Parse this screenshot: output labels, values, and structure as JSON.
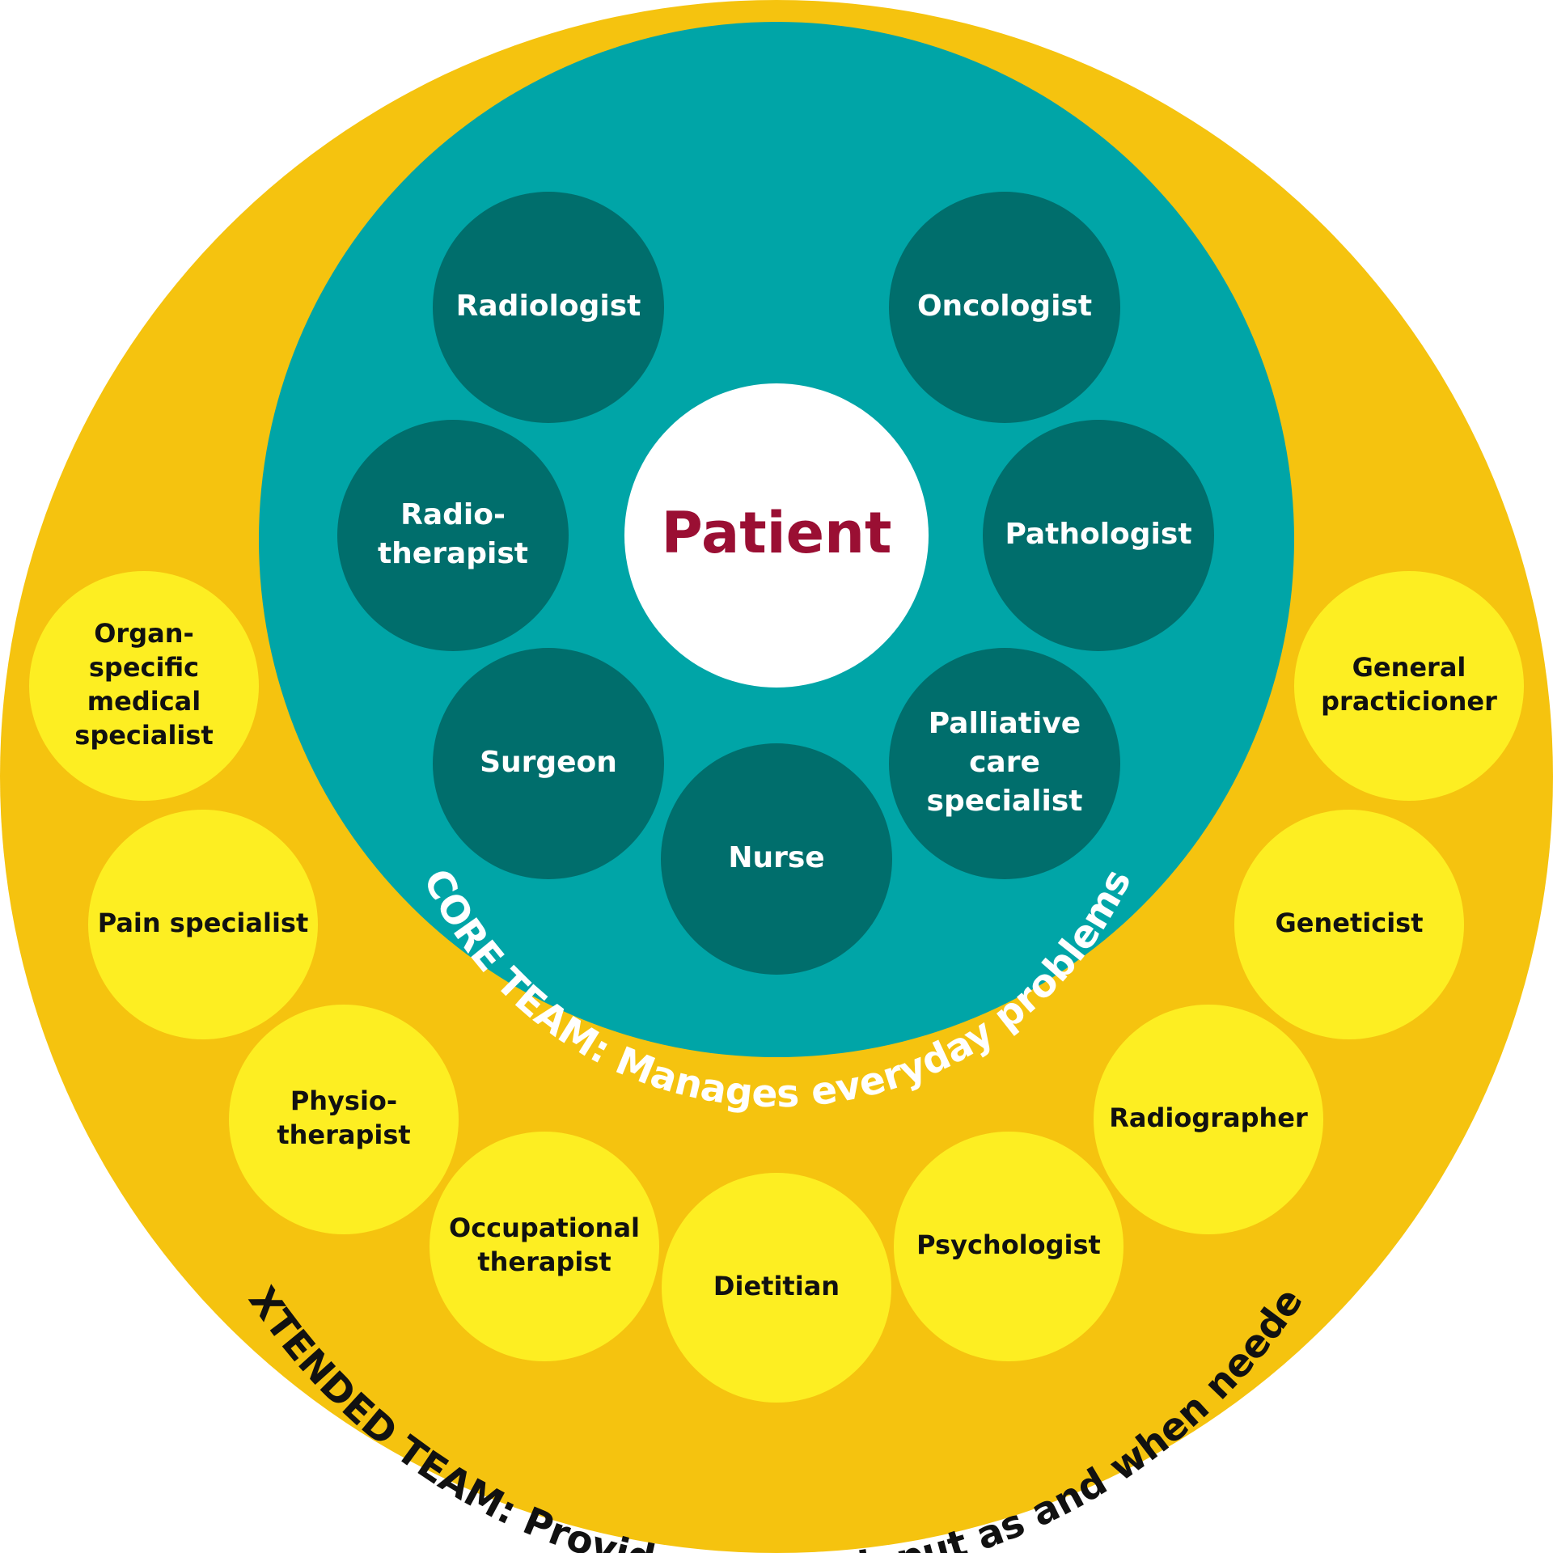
{
  "colors": {
    "outer_ring": "#f5c30f",
    "core_circle": "#00a5a7",
    "core_member": "#006e6c",
    "extended_member": "#fdee22",
    "patient_bg": "#ffffff",
    "patient_text": "#9a0f33"
  },
  "patient": {
    "label": "Patient"
  },
  "core_team": {
    "caption": "CORE TEAM: Manages everyday problems",
    "members": [
      {
        "id": "radiologist",
        "lines": [
          "Radiologist"
        ]
      },
      {
        "id": "oncologist",
        "lines": [
          "Oncologist"
        ]
      },
      {
        "id": "radiotherapist",
        "lines": [
          "Radio-",
          "therapist"
        ]
      },
      {
        "id": "pathologist",
        "lines": [
          "Pathologist"
        ]
      },
      {
        "id": "surgeon",
        "lines": [
          "Surgeon"
        ]
      },
      {
        "id": "palliative",
        "lines": [
          "Palliative",
          "care",
          "specialist"
        ]
      },
      {
        "id": "nurse",
        "lines": [
          "Nurse"
        ]
      }
    ]
  },
  "extended_team": {
    "caption": "EXTENDED TEAM: Provides timely input as and when needed",
    "members": [
      {
        "id": "organ-specific",
        "lines": [
          "Organ-",
          "specific",
          "medical",
          "specialist"
        ]
      },
      {
        "id": "pain",
        "lines": [
          "Pain specialist"
        ]
      },
      {
        "id": "physiotherapist",
        "lines": [
          "Physio-",
          "therapist"
        ]
      },
      {
        "id": "occupational",
        "lines": [
          "Occupational",
          "therapist"
        ]
      },
      {
        "id": "dietitian",
        "lines": [
          "Dietitian"
        ]
      },
      {
        "id": "psychologist",
        "lines": [
          "Psychologist"
        ]
      },
      {
        "id": "radiographer",
        "lines": [
          "Radiographer"
        ]
      },
      {
        "id": "geneticist",
        "lines": [
          "Geneticist"
        ]
      },
      {
        "id": "gp",
        "lines": [
          "General",
          "practicioner"
        ]
      }
    ]
  }
}
